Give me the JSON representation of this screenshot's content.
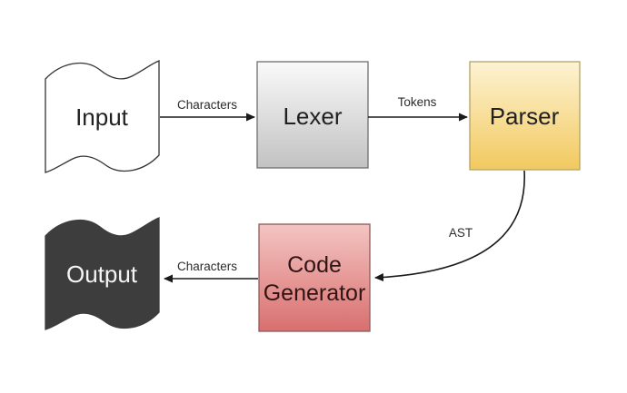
{
  "diagram": {
    "type": "flowchart",
    "description": "Compiler pipeline diagram",
    "nodes": {
      "input": {
        "label": "Input",
        "shape": "wavy-document"
      },
      "lexer": {
        "label": "Lexer",
        "shape": "rect"
      },
      "parser": {
        "label": "Parser",
        "shape": "rect"
      },
      "code_generator": {
        "label_line1": "Code",
        "label_line2": "Generator",
        "shape": "rect"
      },
      "output": {
        "label": "Output",
        "shape": "wavy-document"
      }
    },
    "edges": {
      "input_to_lexer": {
        "label": "Characters",
        "from": "input",
        "to": "lexer"
      },
      "lexer_to_parser": {
        "label": "Tokens",
        "from": "lexer",
        "to": "parser"
      },
      "parser_to_code_generator": {
        "label": "AST",
        "from": "parser",
        "to": "code_generator"
      },
      "code_generator_to_output": {
        "label": "Characters",
        "from": "code_generator",
        "to": "output"
      }
    },
    "colors": {
      "background": "#ffffff",
      "input_fill": "#ffffff",
      "input_stroke": "#333333",
      "lexer_top": "#fafafa",
      "lexer_bottom": "#c2c2c2",
      "lexer_stroke": "#6e6e6e",
      "parser_top": "#fdf3d3",
      "parser_bottom": "#f2c95f",
      "parser_stroke": "#b0a36a",
      "codegen_top": "#f3c5c2",
      "codegen_bottom": "#d96f6f",
      "codegen_stroke": "#8f5a5a",
      "output_fill": "#3d3d3d",
      "output_stroke": "#3d3d3d",
      "arrow": "#1a1a1a",
      "text": "#212121"
    }
  }
}
